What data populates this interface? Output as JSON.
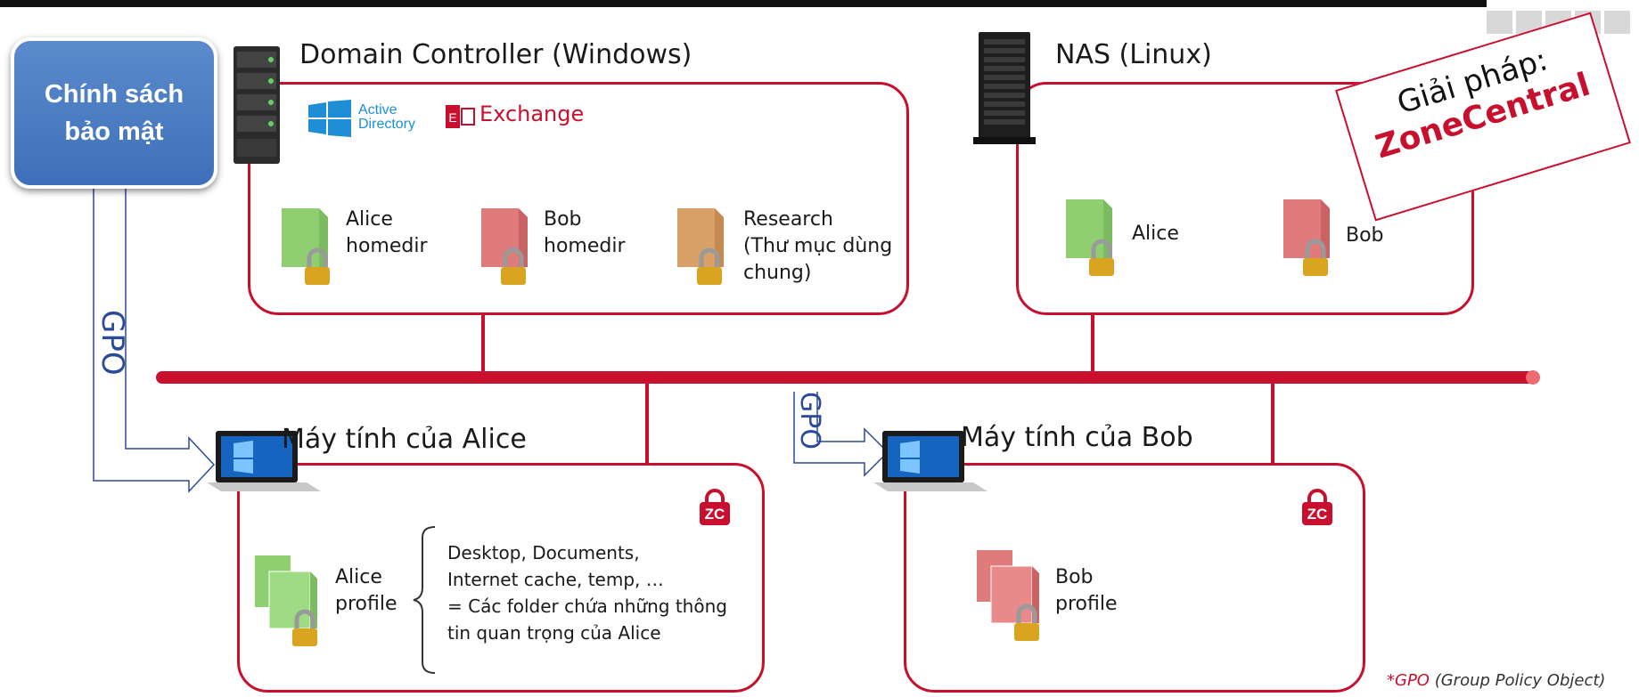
{
  "policy": {
    "line1": "Chính sách",
    "line2": "bảo mật"
  },
  "gpo_label": "GPO",
  "servers": {
    "dc": {
      "title": "Domain Controller (Windows)",
      "active_directory": {
        "line1": "Active",
        "line2": "Directory"
      },
      "exchange": "Exchange",
      "folders": [
        {
          "line1": "Alice",
          "line2": "homedir",
          "line3": ""
        },
        {
          "line1": "Bob",
          "line2": "homedir",
          "line3": ""
        },
        {
          "line1": "Research",
          "line2": "(Thư mục dùng",
          "line3": "chung)"
        }
      ]
    },
    "nas": {
      "title": "NAS (Linux)",
      "folders": [
        {
          "label": "Alice"
        },
        {
          "label": "Bob"
        }
      ]
    }
  },
  "stamp": {
    "line1": "Giải pháp:",
    "line2": "ZoneCentral"
  },
  "clients": {
    "alice": {
      "title": "Máy tính của Alice",
      "profile": {
        "line1": "Alice",
        "line2": "profile"
      },
      "note": [
        "Desktop, Documents,",
        "Internet cache, temp, …",
        "= Các folder chứa những thông",
        "tin quan trọng của Alice"
      ]
    },
    "bob": {
      "title": "Máy tính của Bob",
      "profile": {
        "line1": "Bob",
        "line2": "profile"
      }
    }
  },
  "zc_badge": "ZC",
  "footnote": {
    "marker": "*GPO",
    "text": " (Group Policy Object)"
  },
  "colors": {
    "accent_red": "#c8102e",
    "policy_blue": "#4a7cc1",
    "folder_green": "#8fcf72",
    "folder_red": "#e07b7b",
    "folder_orange": "#d9a068",
    "lock_gold": "#d9a520"
  }
}
